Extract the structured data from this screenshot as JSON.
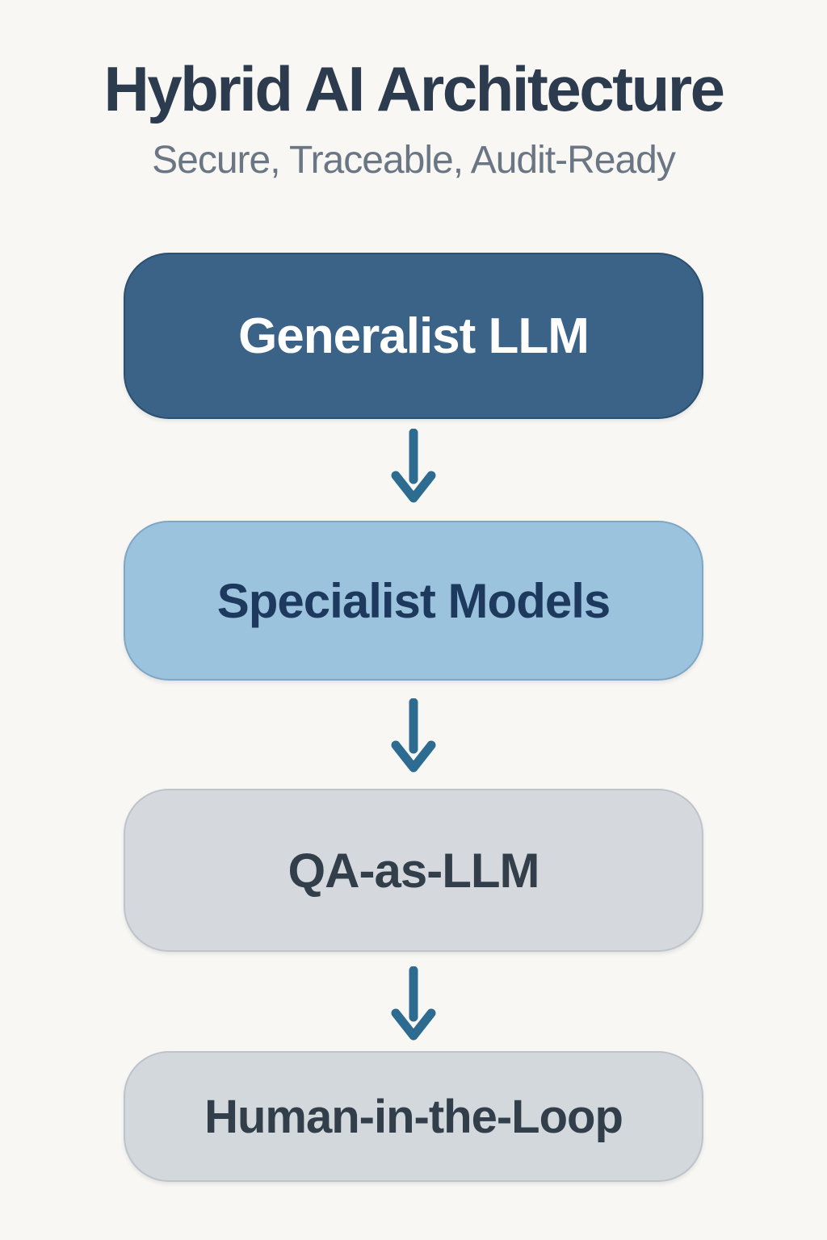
{
  "header": {
    "title": "Hybrid AI Architecture",
    "subtitle": "Secure, Traceable, Audit-Ready"
  },
  "flow": {
    "nodes": [
      {
        "label": "Generalist LLM",
        "fill": "#3a6387",
        "text_color": "#ffffff"
      },
      {
        "label": "Specialist Models",
        "fill": "#9cc3de",
        "text_color": "#1d3a5e"
      },
      {
        "label": "QA-as-LLM",
        "fill": "#d5d9de",
        "text_color": "#333e4b"
      },
      {
        "label": "Human-in-the-Loop",
        "fill": "#d3d8dd",
        "text_color": "#333e4b"
      }
    ],
    "connector": "down-arrow"
  },
  "colors": {
    "background": "#f8f7f4",
    "title": "#2d3b4e",
    "subtitle": "#6b7684",
    "arrow": "#2d6b90"
  }
}
